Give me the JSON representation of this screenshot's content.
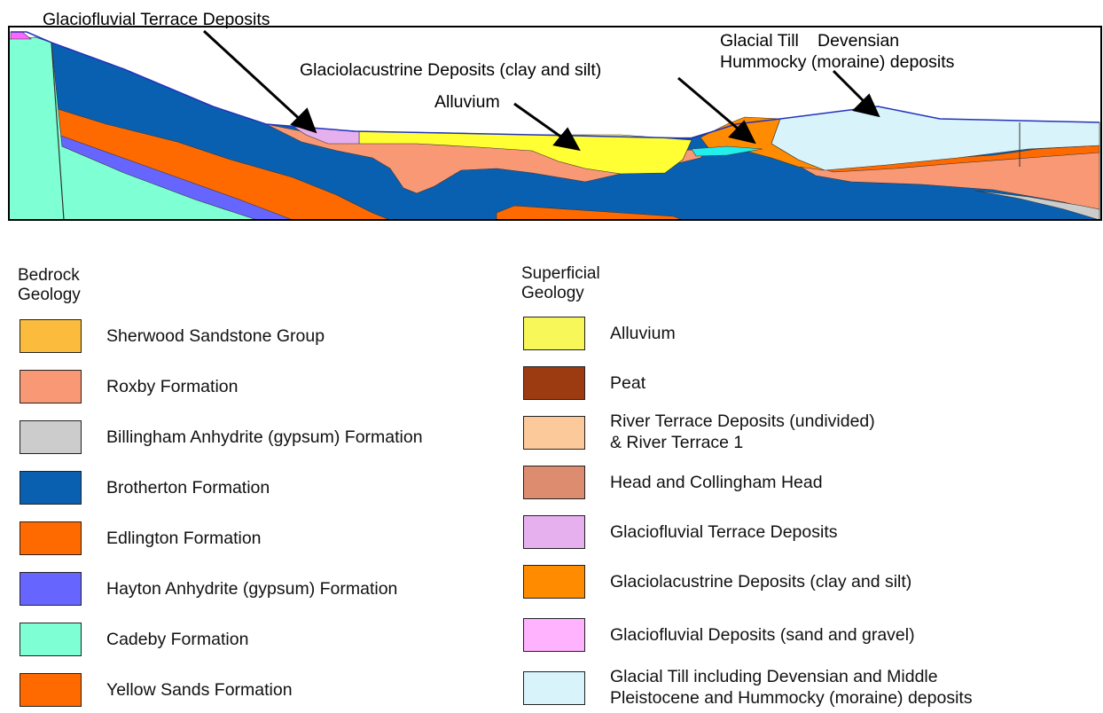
{
  "cross_section": {
    "colors": {
      "cadeby": "#7fffd4",
      "brotherton": "#0a60b0",
      "edlington": "#ff6a00",
      "hayton": "#6666ff",
      "roxby": "#f99874",
      "billingham": "#cccccc",
      "alluvium": "#ffff33",
      "glaciolacustrine": "#ff8c00",
      "glaciofluvial_terrace": "#e6b0ee",
      "till": "#d8f4fa",
      "cyan_lens": "#22eeee",
      "pink_top": "#ff66ff"
    },
    "callouts": [
      {
        "text": "Glaciofluvial Terrace Deposits"
      },
      {
        "text": "Glaciolacustrine Deposits (clay and silt)"
      },
      {
        "text": "Alluvium"
      },
      {
        "text": "Glacial Till"
      },
      {
        "text": "Devensian"
      },
      {
        "text": "Hummocky (moraine) deposits"
      }
    ]
  },
  "legend": {
    "bedrock": {
      "title": "Bedrock Geology",
      "items": [
        {
          "label": "Sherwood Sandstone Group",
          "color": "#fbbc3d"
        },
        {
          "label": "Roxby Formation",
          "color": "#f99874"
        },
        {
          "label": "Billingham Anhydrite (gypsum) Formation",
          "color": "#cccccc"
        },
        {
          "label": "Brotherton Formation",
          "color": "#0a60b0"
        },
        {
          "label": "Edlington Formation",
          "color": "#ff6a00"
        },
        {
          "label": "Hayton Anhydrite (gypsum) Formation",
          "color": "#6666ff"
        },
        {
          "label": "Cadeby Formation",
          "color": "#7fffd4"
        },
        {
          "label": "Yellow Sands Formation",
          "color": "#ff6a00"
        }
      ]
    },
    "superficial": {
      "title": "Superficial Geology",
      "items": [
        {
          "label": "Alluvium",
          "color": "#f7f75a"
        },
        {
          "label": "Peat",
          "color": "#9c3a12"
        },
        {
          "label": "River Terrace Deposits (undivided)\n & River Terrace 1",
          "color": "#fcc99a"
        },
        {
          "label": "Head and Collingham Head",
          "color": "#de8c70"
        },
        {
          "label": "Glaciofluvial Terrace Deposits",
          "color": "#e6b0ee"
        },
        {
          "label": "Glaciolacustrine Deposits (clay and silt)",
          "color": "#ff8c00"
        },
        {
          "label": "Glaciofluvial Deposits (sand and gravel)",
          "color": "#ffb3ff"
        },
        {
          "label": "Glacial Till including Devensian and Middle\nPleistocene and Hummocky (moraine) deposits",
          "color": "#d8f4fa"
        }
      ]
    }
  }
}
